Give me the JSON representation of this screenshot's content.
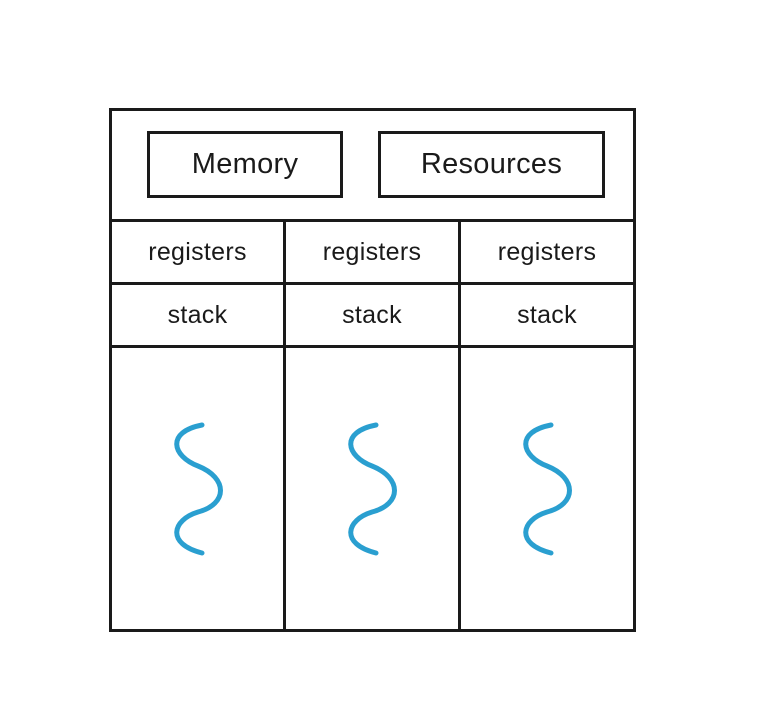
{
  "shared": {
    "memory_label": "Memory",
    "resources_label": "Resources"
  },
  "threads": [
    {
      "registers_label": "registers",
      "stack_label": "stack"
    },
    {
      "registers_label": "registers",
      "stack_label": "stack"
    },
    {
      "registers_label": "registers",
      "stack_label": "stack"
    }
  ],
  "colors": {
    "border": "#1a1a1a",
    "thread_icon": "#2a9fd0"
  },
  "icons": {
    "thread": "wavy-thread-icon"
  }
}
